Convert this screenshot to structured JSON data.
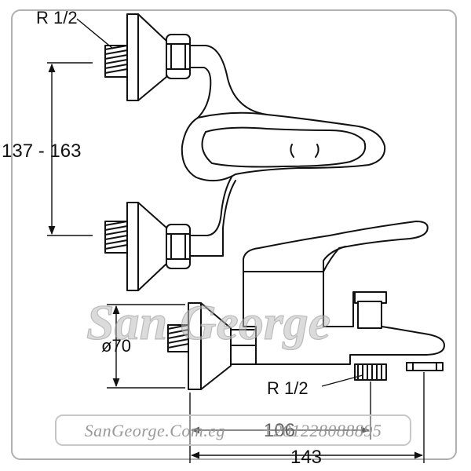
{
  "labels": {
    "thread_top": "R 1/2",
    "center_distance": "137 - 163",
    "diameter": "ø70",
    "thread_bottom": "R 1/2",
    "depth_short": "106",
    "depth_long": "143"
  },
  "watermark": {
    "brand": "San George",
    "url": "SanGeorge.Com.eg",
    "phone": "+201228088895"
  }
}
